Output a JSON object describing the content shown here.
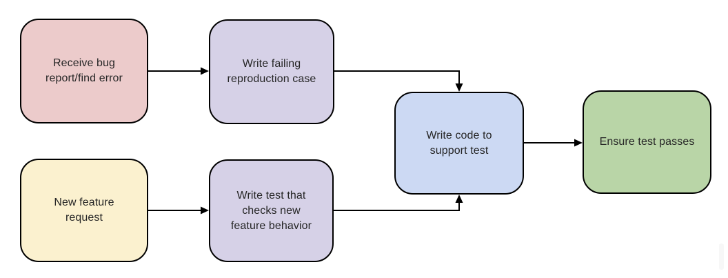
{
  "diagram": {
    "background": "#ffffff",
    "stroke_color": "#000000",
    "text_color": "#262626",
    "nodes": [
      {
        "id": "receive-bug-report",
        "label": "Receive bug report/find error",
        "lines": [
          "Receive bug",
          "report/find error"
        ],
        "fill": "#eccbcb"
      },
      {
        "id": "write-failing-repro-case",
        "label": "Write failing reproduction case",
        "lines": [
          "Write failing",
          "reproduction case"
        ],
        "fill": "#d6d1e7"
      },
      {
        "id": "new-feature-request",
        "label": "New feature request",
        "lines": [
          "New feature",
          "request"
        ],
        "fill": "#fbf1cf"
      },
      {
        "id": "write-test-new-feature",
        "label": "Write test that checks new feature behavior",
        "lines": [
          "Write test that",
          "checks new",
          "feature behavior"
        ],
        "fill": "#d6d1e7"
      },
      {
        "id": "write-code-support-test",
        "label": "Write code to support test",
        "lines": [
          "Write code to",
          "support test"
        ],
        "fill": "#ccd9f3"
      },
      {
        "id": "ensure-test-passes",
        "label": "Ensure test passes",
        "lines": [
          "Ensure test passes"
        ],
        "fill": "#b9d5a7"
      }
    ],
    "edges": [
      {
        "from": "receive-bug-report",
        "to": "write-failing-repro-case"
      },
      {
        "from": "write-failing-repro-case",
        "to": "write-code-support-test"
      },
      {
        "from": "new-feature-request",
        "to": "write-test-new-feature"
      },
      {
        "from": "write-test-new-feature",
        "to": "write-code-support-test"
      },
      {
        "from": "write-code-support-test",
        "to": "ensure-test-passes"
      }
    ]
  }
}
